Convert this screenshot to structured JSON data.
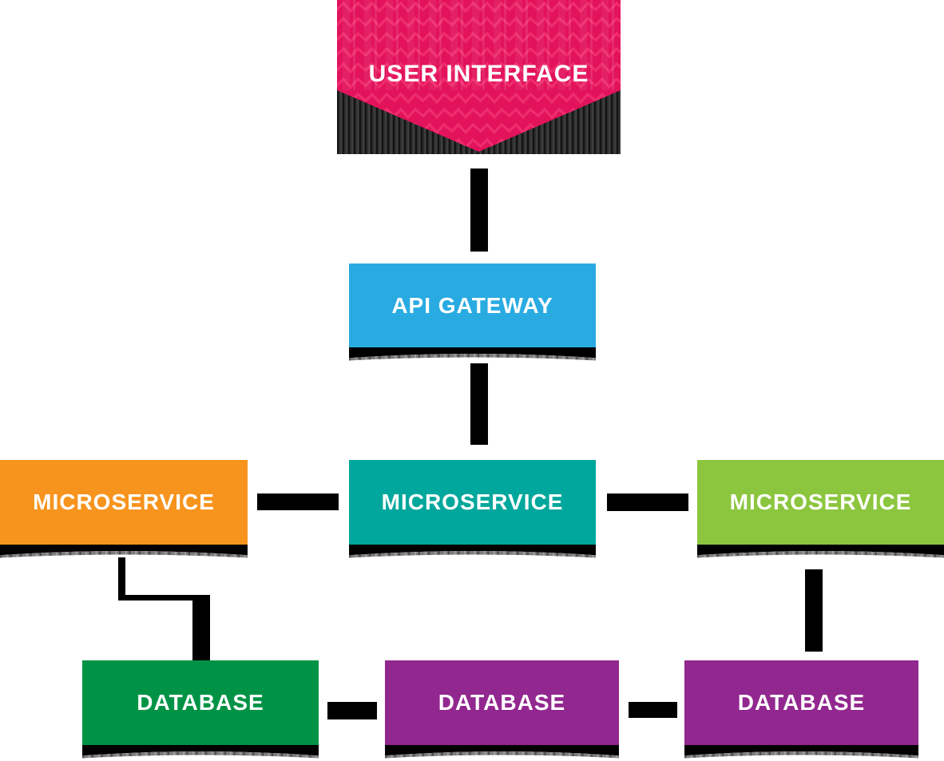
{
  "nodes": {
    "user_interface": {
      "label": "USER INTERFACE",
      "color": "#E2125B"
    },
    "api_gateway": {
      "label": "API GATEWAY",
      "color": "#29ABE2"
    },
    "microservice_left": {
      "label": "MICROSERVICE",
      "color": "#F7941E"
    },
    "microservice_center": {
      "label": "MICROSERVICE",
      "color": "#00A79C"
    },
    "microservice_right": {
      "label": "MICROSERVICE",
      "color": "#8CC63F"
    },
    "database_left": {
      "label": "DATABASE",
      "color": "#009345"
    },
    "database_center": {
      "label": "DATABASE",
      "color": "#92278F"
    },
    "database_right": {
      "label": "DATABASE",
      "color": "#92278F"
    }
  },
  "edges": [
    {
      "from": "user_interface",
      "to": "api_gateway",
      "style": "thick-vertical-bar"
    },
    {
      "from": "api_gateway",
      "to": "microservice_center",
      "style": "thick-vertical-bar"
    },
    {
      "from": "microservice_left",
      "to": "microservice_center",
      "style": "thick-horizontal-bar"
    },
    {
      "from": "microservice_center",
      "to": "microservice_right",
      "style": "thick-horizontal-bar"
    },
    {
      "from": "microservice_left",
      "to": "database_left",
      "style": "elbow"
    },
    {
      "from": "microservice_right",
      "to": "database_right",
      "style": "thick-vertical-bar"
    },
    {
      "from": "database_left",
      "to": "database_center",
      "style": "thick-horizontal-bar"
    },
    {
      "from": "database_center",
      "to": "database_right",
      "style": "thick-horizontal-bar"
    }
  ],
  "colors": {
    "connector": "#000000",
    "label_text": "#FFFFFF",
    "banner_dark_band": "#2D2D2D",
    "box_shadow": "#000000"
  }
}
